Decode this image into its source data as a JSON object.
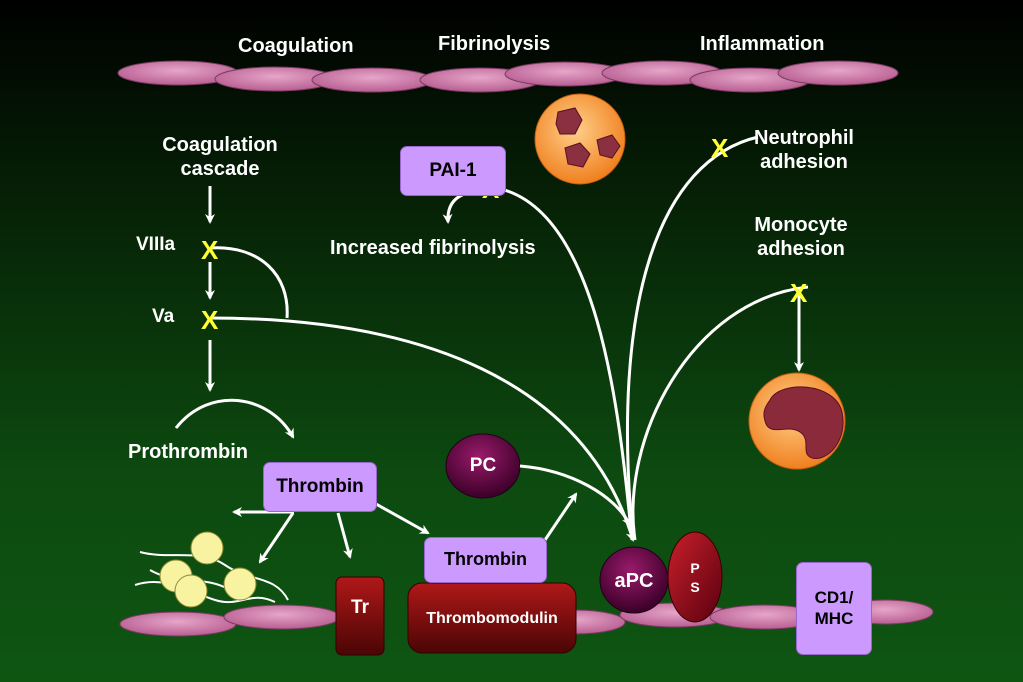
{
  "header": {
    "coagulation": "Coagulation",
    "fibrinolysis": "Fibrinolysis",
    "inflammation": "Inflammation"
  },
  "left": {
    "cascade_line1": "Coagulation",
    "cascade_line2": "cascade",
    "factor_viiia": "VIIIa",
    "factor_va": "Va",
    "prothrombin": "Prothrombin"
  },
  "center": {
    "pai1": "PAI-1",
    "increased_fibrinolysis": "Increased fibrinolysis",
    "thrombin_main": "Thrombin",
    "pc": "PC",
    "thrombin_bound": "Thrombin",
    "tr": "Tr",
    "thrombomodulin": "Thrombomodulin",
    "apc": "aPC",
    "ps_p": "P",
    "ps_s": "S"
  },
  "right": {
    "neutrophil_line1": "Neutrophil",
    "neutrophil_line2": "adhesion",
    "monocyte_line1": "Monocyte",
    "monocyte_line2": "adhesion",
    "cd1_line1": "CD1/",
    "cd1_line2": "MHC"
  },
  "inhibit_mark": "X",
  "colors": {
    "membrane": "#c978a8",
    "receptor_box": "#cc99ff",
    "inhibition": "#ffff33",
    "protein_dark": "#5a0a40",
    "cell_orange": "#f59a3e",
    "platelet": "#f7f3a0"
  }
}
